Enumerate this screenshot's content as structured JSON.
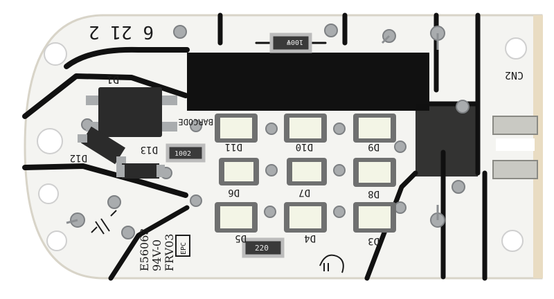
{
  "board": {
    "batch_mark": "6 21  2",
    "connector": "CN2",
    "barcode": "BARCODE",
    "bridge": "D1",
    "diodes": [
      "D12",
      "D13"
    ],
    "leds": [
      "D11",
      "D10",
      "D9",
      "D6",
      "D7",
      "D8",
      "D5",
      "D4",
      "D3"
    ],
    "resistors": [
      "100Ψ",
      "1002",
      "220"
    ],
    "markings": [
      "E56063",
      "94V-0",
      "FRV03"
    ],
    "epc": "EPC"
  },
  "colors": {
    "background": "#ffffff",
    "board": "#f4f4f1",
    "trace": "#111111",
    "pad": "#a9acae",
    "led": "#f3f5e6",
    "component": "#2b2b2b"
  }
}
